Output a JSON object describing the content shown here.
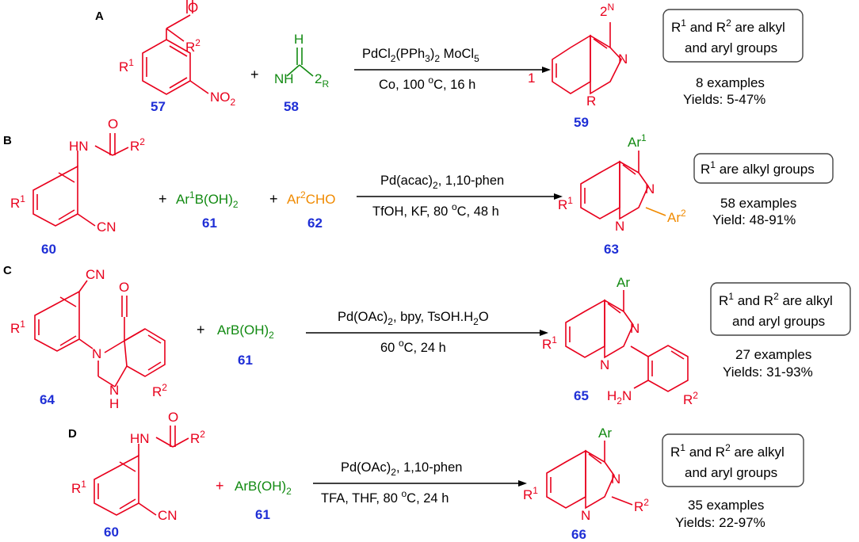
{
  "colors": {
    "structure": "#e8001c",
    "compound_number": "#1f2fd6",
    "reagent_green": "#128a12",
    "reagent_orange": "#f08a00"
  },
  "sections": [
    {
      "label": "A",
      "compounds": [
        "57",
        "58",
        "59"
      ],
      "substituent_labels": [
        "R",
        "1",
        "R",
        "2",
        "NO",
        "2",
        "O",
        "H",
        "NH",
        "2",
        "R",
        "2",
        "N",
        "N",
        "R",
        "1"
      ],
      "conditions_top": [
        "PdCl",
        "2",
        "(PPh",
        "3",
        ")",
        "2",
        " MoCl",
        "5"
      ],
      "conditions_bottom": [
        "Co, 100 ",
        "o",
        "C, 16 h"
      ],
      "note_lines": [
        [
          "R",
          "1",
          " and R",
          "2",
          " are alkyl"
        ],
        [
          "and aryl groups"
        ]
      ],
      "examples": "8 examples",
      "yields": "Yields: 5-47%"
    },
    {
      "label": "B",
      "compounds": [
        "60",
        "61",
        "62",
        "63"
      ],
      "substituent_labels": [
        "R",
        "1",
        "HN",
        "O",
        "R",
        "2",
        "CN",
        "Ar",
        "1",
        "B(OH)",
        "2",
        "Ar",
        "2",
        "CHO",
        "Ar",
        "1",
        "N",
        "N",
        "R",
        "1",
        "Ar",
        "2"
      ],
      "conditions_top": [
        "Pd(acac)",
        "2",
        ", 1,10-phen"
      ],
      "conditions_bottom": [
        "TfOH, KF, 80 ",
        "o",
        "C, 48 h"
      ],
      "note_lines": [
        [
          "R",
          "1",
          " are alkyl groups"
        ]
      ],
      "examples": "58 examples",
      "yields": "Yield: 48-91%"
    },
    {
      "label": "C",
      "compounds": [
        "64",
        "61",
        "65"
      ],
      "substituent_labels": [
        "R",
        "1",
        "CN",
        "O",
        "N",
        "N",
        "H",
        "R",
        "2",
        "ArB(OH)",
        "2",
        "Ar",
        "N",
        "N",
        "R",
        "1",
        "H",
        "2",
        "N",
        "R",
        "2"
      ],
      "conditions_top": [
        "Pd(OAc)",
        "2",
        ", bpy, TsOH.H",
        "2",
        "O"
      ],
      "conditions_bottom": [
        "60 ",
        "o",
        "C, 24 h"
      ],
      "note_lines": [
        [
          "R",
          "1",
          " and R",
          "2",
          " are alkyl"
        ],
        [
          "and aryl groups"
        ]
      ],
      "examples": "27 examples",
      "yields": "Yields: 31-93%"
    },
    {
      "label": "D",
      "compounds": [
        "60",
        "61",
        "66"
      ],
      "substituent_labels": [
        "R",
        "1",
        "HN",
        "O",
        "R",
        "2",
        "CN",
        "ArB(OH)",
        "2",
        "Ar",
        "N",
        "N",
        "R",
        "1",
        "R",
        "2"
      ],
      "conditions_top": [
        "Pd(OAc)",
        "2",
        ", 1,10-phen"
      ],
      "conditions_bottom": [
        "TFA, THF, 80 ",
        "o",
        "C, 24 h"
      ],
      "note_lines": [
        [
          "R",
          "1",
          " and R",
          "2",
          " are alkyl"
        ],
        [
          "and aryl groups"
        ]
      ],
      "examples": "35 examples",
      "yields": "Yields: 22-97%"
    }
  ],
  "plus_sign": "+"
}
